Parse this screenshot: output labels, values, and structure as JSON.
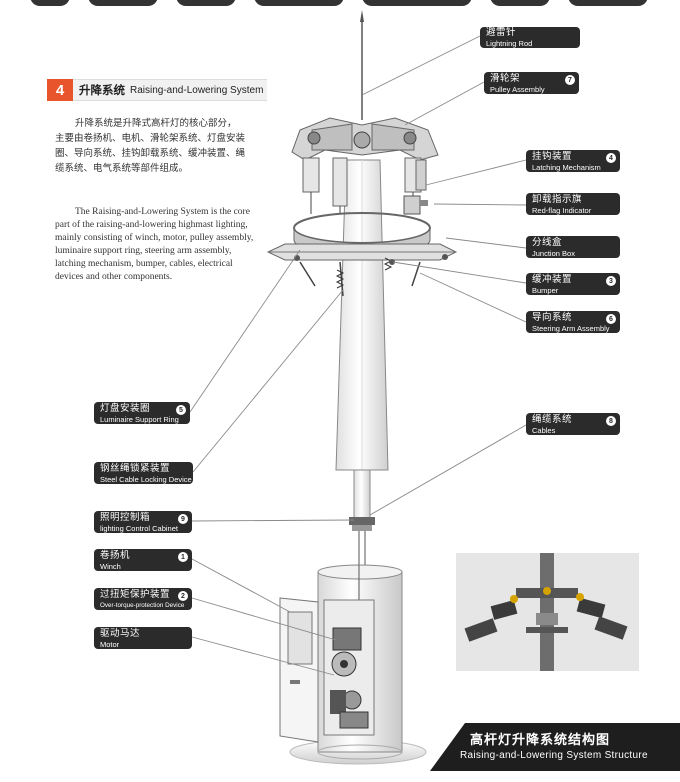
{
  "section": {
    "number": "4",
    "title_cn": "升降系统",
    "title_en": "Raising-and-Lowering System"
  },
  "description": {
    "cn": "升降系统是升降式高杆灯的核心部分，主要由卷扬机、电机、滑轮架系统、灯盘安装圈、导向系统、挂钩卸载系统、缓冲装置、绳缆系统、电气系统等部件组成。",
    "en": "The Raising-and-Lowering System is the core part of the raising-and-lowering highmast lighting, mainly consisting of winch, motor, pulley assembly, luminaire support ring, steering arm assembly, latching mechanism, bumper, cables, electrical devices and other components."
  },
  "labels": {
    "lightning_rod": {
      "cn": "避雷针",
      "en": "Lightning Rod"
    },
    "pulley": {
      "cn": "滑轮架",
      "en": "Pulley Assembly",
      "num": "7"
    },
    "latching": {
      "cn": "挂钩装置",
      "en": "Latching Mechanism",
      "num": "4"
    },
    "redflag": {
      "cn": "卸载指示旗",
      "en": "Red-flag Indicator"
    },
    "junction": {
      "cn": "分线盒",
      "en": "Junction Box"
    },
    "bumper": {
      "cn": "缓冲装置",
      "en": "Bumper",
      "num": "3"
    },
    "steering": {
      "cn": "导向系统",
      "en": "Steering Arm Assembly",
      "num": "6"
    },
    "luminaire": {
      "cn": "灯盘安装圈",
      "en": "Luminaire Support Ring",
      "num": "5"
    },
    "steelcable": {
      "cn": "钢丝绳锁紧装置",
      "en": "Steel Cable Locking Device"
    },
    "cables": {
      "cn": "绳缆系统",
      "en": "Cables",
      "num": "8"
    },
    "control": {
      "cn": "照明控制箱",
      "en": "lighting Control Cabinet",
      "num": "9"
    },
    "winch": {
      "cn": "卷扬机",
      "en": "Winch",
      "num": "1"
    },
    "overtorque": {
      "cn": "过扭矩保护装置",
      "en": "Over-torque-protection Device",
      "num": "2"
    },
    "motor": {
      "cn": "驱动马达",
      "en": "Motor"
    }
  },
  "footer": {
    "title_cn": "高杆灯升降系统结构图",
    "title_en": "Raising-and-Lowering System Structure"
  },
  "colors": {
    "accent": "#e8542c",
    "label_bg": "#2b2b2b",
    "line": "#8a8a8a"
  }
}
